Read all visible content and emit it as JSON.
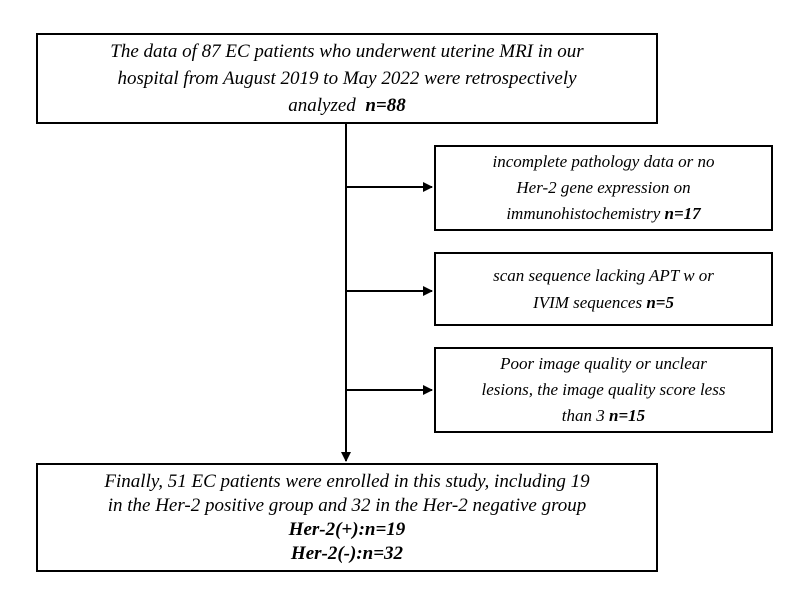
{
  "top_box": {
    "lines": [
      "The data of 87 EC patients who underwent uterine MRI in our",
      "hospital from August 2019 to May 2022 were retrospectively",
      "analyzed"
    ],
    "count": "n=88"
  },
  "exclusions": [
    {
      "lines": [
        "incomplete pathology data or no",
        "Her-2 gene expression on",
        "immunohistochemistry"
      ],
      "count": "n=17"
    },
    {
      "lines": [
        "scan sequence lacking APT w or",
        "IVIM sequences"
      ],
      "count": "n=5"
    },
    {
      "lines": [
        "Poor image quality or unclear",
        "lesions, the image quality score less",
        "than 3"
      ],
      "count": "n=15"
    }
  ],
  "final_box": {
    "lines": [
      "Finally, 51 EC patients were enrolled in this study, including 19",
      "in the Her-2 positive group and 32 in the Her-2 negative group"
    ],
    "groups": [
      "Her-2(+):n=19",
      "Her-2(-):n=32"
    ]
  }
}
